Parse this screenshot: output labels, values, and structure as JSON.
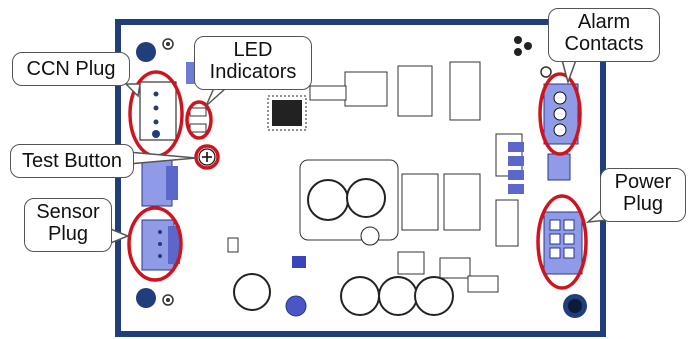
{
  "colors": {
    "board_border": "#1f3e7a",
    "board_fill": "#ffffff",
    "highlight": "#d0141e",
    "connector": "#8f9be6",
    "connector_edge": "#2a3690",
    "chip": "#222222",
    "callout_border": "#555555"
  },
  "labels": {
    "ccn_plug": "CCN Plug",
    "led_indicators_line1": "LED",
    "led_indicators_line2": "Indicators",
    "test_button": "Test Button",
    "sensor_plug_line1": "Sensor",
    "sensor_plug_line2": "Plug",
    "alarm_contacts_line1": "Alarm",
    "alarm_contacts_line2": "Contacts",
    "power_plug_line1": "Power",
    "power_plug_line2": "Plug"
  },
  "icons": {
    "test_button": "plus-circle-icon",
    "mounting_hole": "circle-hole-icon"
  }
}
